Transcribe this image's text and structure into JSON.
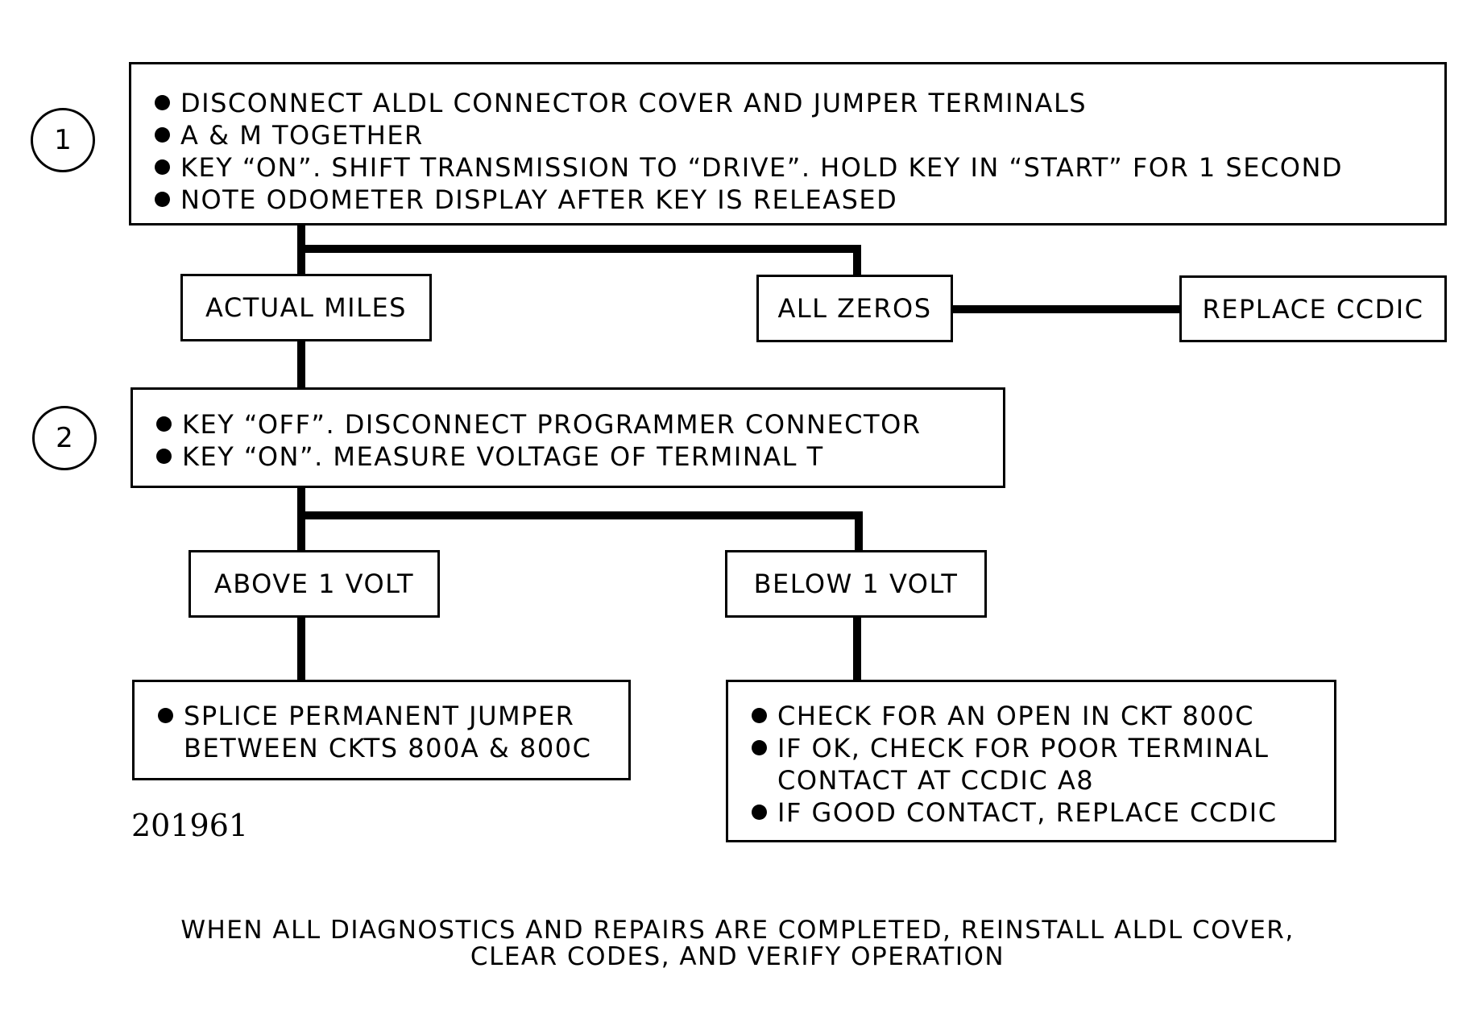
{
  "step1": {
    "number": "1",
    "items": [
      "DISCONNECT ALDL CONNECTOR COVER AND JUMPER TERMINALS",
      "A & M TOGETHER",
      "KEY “ON”. SHIFT TRANSMISSION TO “DRIVE”. HOLD KEY IN “START” FOR 1 SECOND",
      "NOTE ODOMETER DISPLAY AFTER KEY IS RELEASED"
    ]
  },
  "result_actual_miles": "ACTUAL MILES",
  "result_all_zeros": "ALL ZEROS",
  "action_replace_ccdic": "REPLACE CCDIC",
  "step2": {
    "number": "2",
    "items": [
      "KEY “OFF”. DISCONNECT PROGRAMMER CONNECTOR",
      "KEY “ON”. MEASURE VOLTAGE OF TERMINAL T"
    ]
  },
  "result_above": "ABOVE 1 VOLT",
  "result_below": "BELOW 1 VOLT",
  "action_splice": {
    "items": [
      [
        "SPLICE PERMANENT JUMPER",
        "BETWEEN CKTS 800A & 800C"
      ]
    ]
  },
  "action_check": {
    "items": [
      [
        "CHECK FOR AN OPEN IN CKT 800C"
      ],
      [
        "IF OK, CHECK FOR POOR TERMINAL",
        "CONTACT AT CCDIC A8"
      ],
      [
        "IF GOOD CONTACT, REPLACE CCDIC"
      ]
    ]
  },
  "figure_number": "201961",
  "footer_note": {
    "line1": "WHEN ALL DIAGNOSTICS AND REPAIRS ARE COMPLETED, REINSTALL ALDL COVER,",
    "line2": "CLEAR CODES, AND VERIFY OPERATION"
  }
}
